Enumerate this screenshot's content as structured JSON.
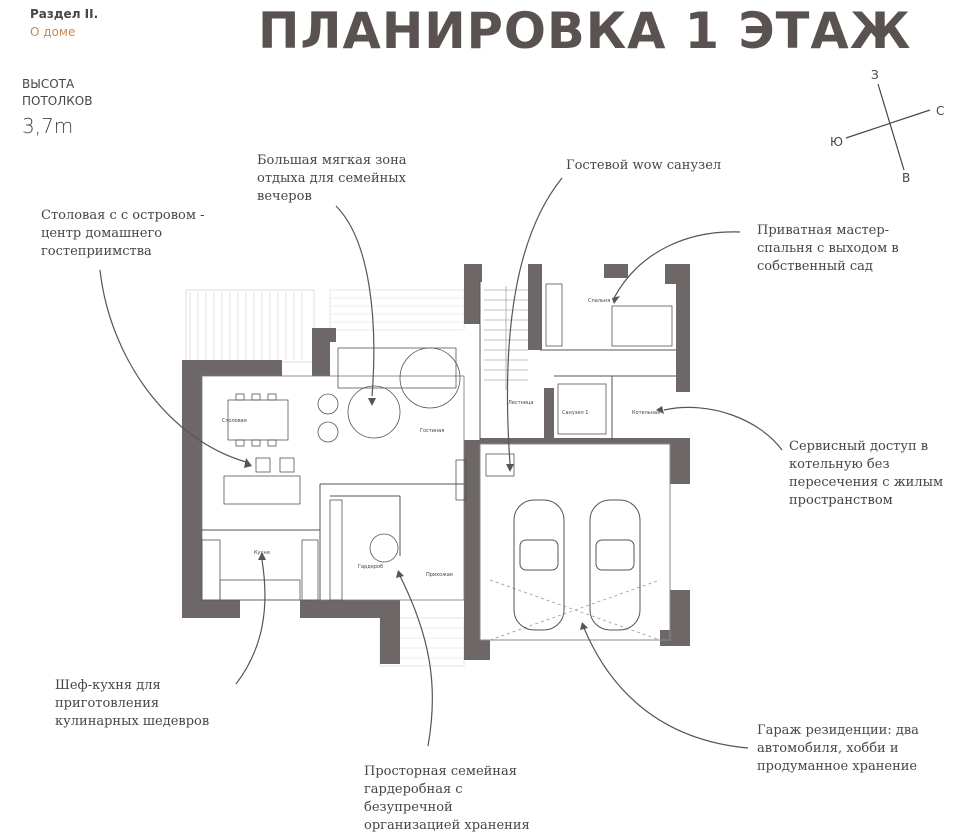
{
  "header": {
    "section": "Раздел II.",
    "subsection": "О доме",
    "title": "ПЛАНИРОВКА 1 ЭТАЖ"
  },
  "ceiling": {
    "label_line1": "ВЫСОТА",
    "label_line2": "ПОТОЛКОВ",
    "value": "3,7m"
  },
  "compass": {
    "north": "З",
    "east": "С",
    "south": "В",
    "west": "Ю"
  },
  "callouts": {
    "lounge": [
      "Большая мягкая зона",
      "отдыха для семейных",
      "вечеров"
    ],
    "guest_bath": [
      "Гостевой wow санузел"
    ],
    "dining": [
      "Столовая с с островом -",
      "центр домашнего",
      "гостеприимства"
    ],
    "master": [
      "Приватная мастер-",
      "спальня с выходом в",
      "собственный сад"
    ],
    "service": [
      "Сервисный доступ в",
      "котельную без",
      "пересечения с жилым",
      "пространством"
    ],
    "kitchen": [
      "Шеф-кухня для",
      "приготовления",
      "кулинарных шедевров"
    ],
    "garage": [
      "Гараж резиденции: два",
      "автомобиля, хобби и",
      "продуманное хранение"
    ],
    "wardrobe": [
      "Просторная семейная",
      "гардеробная с",
      "безупречной",
      "организацией хранения"
    ]
  },
  "plan_labels": {
    "dining_room": "Столовая",
    "living_room": "Гостиная",
    "kitchen": "Кухня",
    "wardrobe": "Гардероб",
    "hall": "Прихожая",
    "stairs": "Лестница",
    "bedroom": "Спальня 1",
    "bathroom": "Санузел 1",
    "boiler": "Котельная"
  }
}
